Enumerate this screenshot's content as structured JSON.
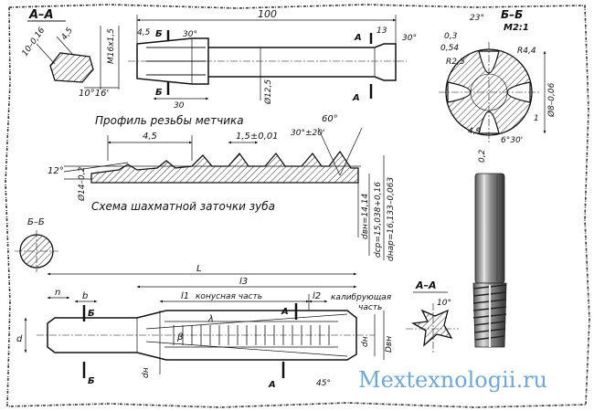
{
  "watermark": "Mextexnologii.ru",
  "section_aa_top": {
    "title": "A–A",
    "dims": [
      "10–0,16",
      "4,5",
      "10°16'",
      "M16x1,5"
    ]
  },
  "tap_view": {
    "dims": [
      "100",
      "4,5",
      "30°",
      "30",
      "13",
      "30°",
      "Ø12,5"
    ],
    "section_marks": [
      "Б",
      "Б",
      "А",
      "А"
    ]
  },
  "section_bb": {
    "title": "Б–Б",
    "scale": "М2:1",
    "dims": [
      "23°",
      "0,3",
      "0,54",
      "R4,4",
      "R2,5",
      "Ø8–0,06",
      "4,9",
      "6°30'",
      "1",
      "0,2"
    ]
  },
  "thread_profile": {
    "caption": "Профиль резьбы метчика",
    "dims": [
      "4,5",
      "1,5±0,01",
      "60°",
      "30°±20'",
      "12°",
      "Ø14–0,2"
    ],
    "d_labels": [
      "dвн=14,14",
      "dср=15,038+0,16",
      "dнар=16,133–0,063"
    ]
  },
  "chamfer_scheme": {
    "caption": "Схема шахматной заточки зуба"
  },
  "section_bb_small": {
    "title": "Б–Б"
  },
  "tap_bottom": {
    "dims": [
      "L",
      "l3",
      "n",
      "b",
      "l1",
      "конусная часть",
      "l2",
      "калибрующая",
      "часть",
      "λ",
      "β",
      "d",
      "dн",
      "dн",
      "Dвн",
      "45°"
    ],
    "section_marks": [
      "Б",
      "Б",
      "А",
      "А"
    ]
  },
  "section_aa_bottom": {
    "title": "А–А",
    "dims": [
      "10°"
    ]
  }
}
